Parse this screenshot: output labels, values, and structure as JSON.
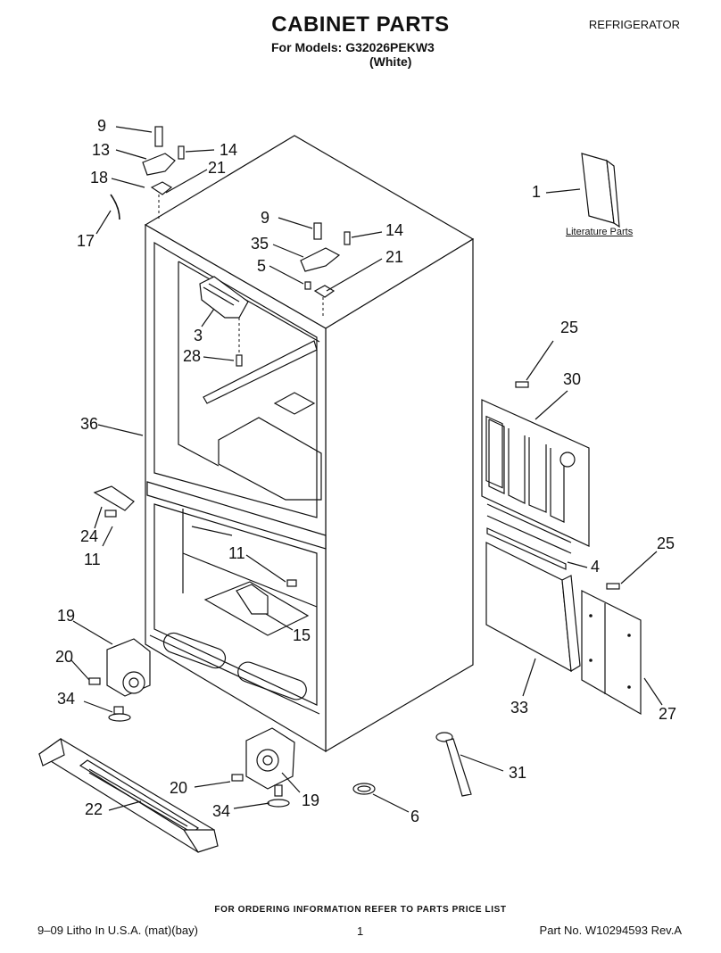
{
  "header": {
    "title": "CABINET PARTS",
    "subtitle": "For Models: G32026PEKW3",
    "variant": "(White)",
    "category": "REFRIGERATOR"
  },
  "literature": {
    "label": "Literature Parts"
  },
  "footer": {
    "note": "FOR ORDERING INFORMATION REFER TO PARTS PRICE LIST",
    "litho": "9–09 Litho In U.S.A. (mat)(bay)",
    "page": "1",
    "part_no": "Part No. W10294593 Rev.A"
  },
  "callouts": [
    {
      "id": "c1",
      "label": "9"
    },
    {
      "id": "c2",
      "label": "13"
    },
    {
      "id": "c3",
      "label": "14"
    },
    {
      "id": "c4",
      "label": "18"
    },
    {
      "id": "c5",
      "label": "21"
    },
    {
      "id": "c6",
      "label": "17"
    },
    {
      "id": "c7",
      "label": "9"
    },
    {
      "id": "c8",
      "label": "14"
    },
    {
      "id": "c9",
      "label": "35"
    },
    {
      "id": "c10",
      "label": "5"
    },
    {
      "id": "c11",
      "label": "21"
    },
    {
      "id": "c12",
      "label": "3"
    },
    {
      "id": "c13",
      "label": "28"
    },
    {
      "id": "c14",
      "label": "1"
    },
    {
      "id": "c15",
      "label": "25"
    },
    {
      "id": "c16",
      "label": "30"
    },
    {
      "id": "c17",
      "label": "36"
    },
    {
      "id": "c18",
      "label": "24"
    },
    {
      "id": "c19",
      "label": "11"
    },
    {
      "id": "c20",
      "label": "11"
    },
    {
      "id": "c21",
      "label": "4"
    },
    {
      "id": "c22",
      "label": "25"
    },
    {
      "id": "c23",
      "label": "15"
    },
    {
      "id": "c24",
      "label": "19"
    },
    {
      "id": "c25",
      "label": "20"
    },
    {
      "id": "c26",
      "label": "34"
    },
    {
      "id": "c27",
      "label": "33"
    },
    {
      "id": "c28",
      "label": "27"
    },
    {
      "id": "c29",
      "label": "31"
    },
    {
      "id": "c30",
      "label": "20"
    },
    {
      "id": "c31",
      "label": "19"
    },
    {
      "id": "c32",
      "label": "22"
    },
    {
      "id": "c33",
      "label": "34"
    },
    {
      "id": "c34",
      "label": "6"
    }
  ]
}
